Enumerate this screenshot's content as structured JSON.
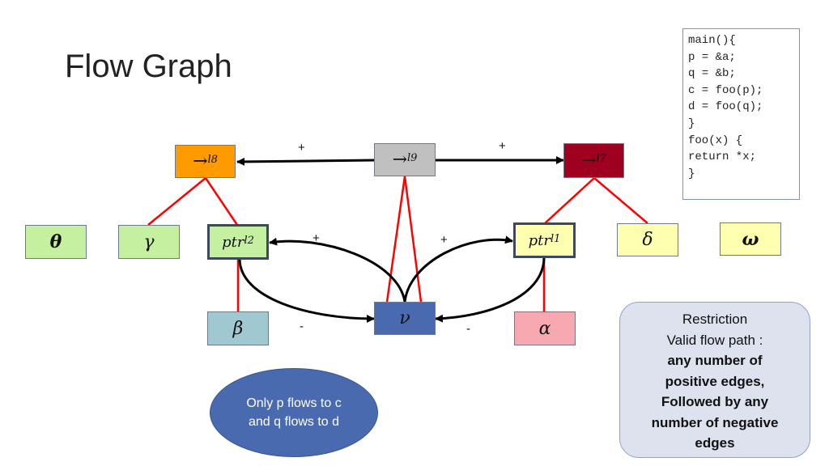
{
  "title": "Flow Graph",
  "code": [
    "main(){",
    "p = &a;",
    "q = &b;",
    "c = foo(p);",
    "d = foo(q);",
    "}",
    "foo(x) {",
    "return *x;",
    "}"
  ],
  "nodes": {
    "l8": {
      "arrow": "→",
      "sup": "l8",
      "color": "#ff9a00"
    },
    "l9": {
      "arrow": "→",
      "sup": "l9",
      "color": "#c0c0c0"
    },
    "l7": {
      "arrow": "→",
      "sup": "l7",
      "color": "#a00020"
    },
    "theta": {
      "text": "θ",
      "color": "#c4f0a0"
    },
    "gamma": {
      "text": "γ",
      "color": "#c4f0a0"
    },
    "ptr_l2": {
      "text": "ptr",
      "sup": "l2",
      "color": "#c4f0a0"
    },
    "ptr_l1": {
      "text": "ptr",
      "sup": "l1",
      "color": "#ffffb0"
    },
    "delta": {
      "text": "δ",
      "color": "#ffffb0"
    },
    "omega": {
      "text": "ω",
      "color": "#ffffb0"
    },
    "beta": {
      "text": "β",
      "color": "#a0c8d0"
    },
    "nu": {
      "text": "ν",
      "color": "#4a6ab0"
    },
    "alpha": {
      "text": "α",
      "color": "#f8a8b0"
    }
  },
  "signs": {
    "l9_l8": "+",
    "l9_l7": "+",
    "nu_ptrl2": "+",
    "nu_ptrl1": "+",
    "ptrl2_nu": "-",
    "ptrl1_nu": "-"
  },
  "note": "Only p flows to c and q flows to d",
  "restriction": {
    "heading": "Restriction",
    "line2": "Valid flow path :",
    "bold_lines": [
      "any number of",
      "positive edges,",
      "Followed by any",
      "number of negative",
      "edges"
    ]
  },
  "colors": {
    "edge_red": "#ff0000",
    "edge_black": "#000000"
  }
}
